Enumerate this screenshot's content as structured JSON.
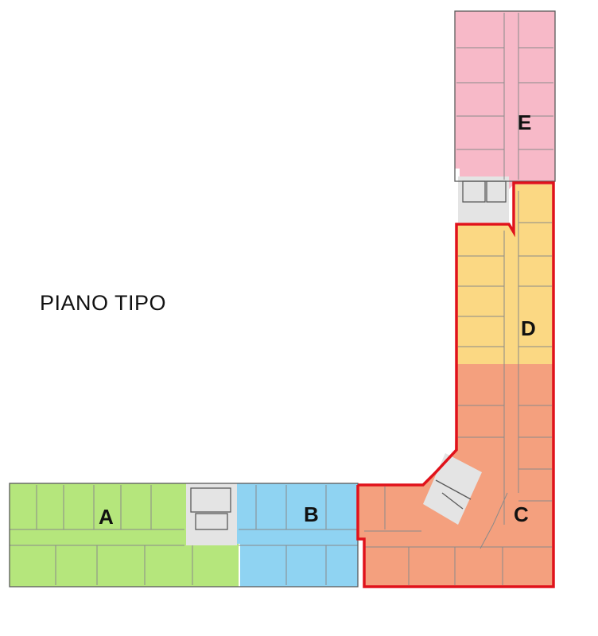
{
  "title": "PIANO TIPO",
  "zones": [
    {
      "label": "A",
      "color": "#b5e67c"
    },
    {
      "label": "B",
      "color": "#8fd3f2"
    },
    {
      "label": "C",
      "color": "#f4a07e"
    },
    {
      "label": "D",
      "color": "#fbd883"
    },
    {
      "label": "E",
      "color": "#f7b9c8"
    }
  ],
  "core_color": "#e4e4e4",
  "highlight_color": "#e0121b"
}
